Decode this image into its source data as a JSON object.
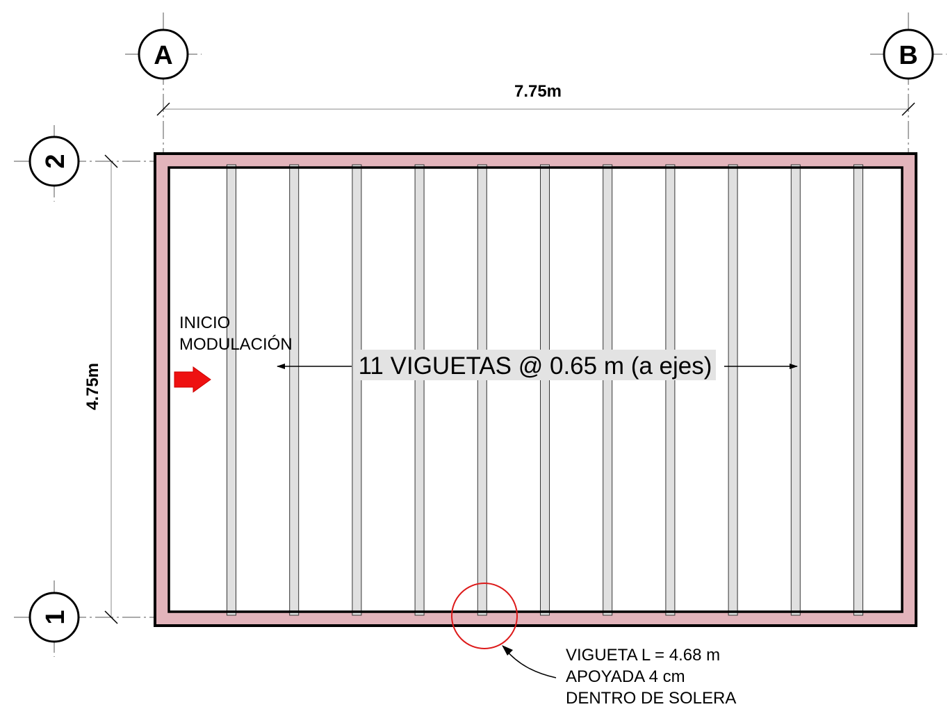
{
  "axes": {
    "col_a": "A",
    "col_b": "B",
    "row_1": "1",
    "row_2": "2"
  },
  "dimensions": {
    "width": "7.75m",
    "height": "4.75m"
  },
  "start_note": {
    "line1": "INICIO",
    "line2": "MODULACIÓN"
  },
  "joists": {
    "count": 11,
    "label": "11 VIGUETAS @ 0.65 m (a ejes)"
  },
  "detail_note": {
    "line1": "VIGUETA L = 4.68 m",
    "line2": "APOYADA 4 cm",
    "line3": "DENTRO DE SOLERA"
  },
  "colors": {
    "bond_beam": "#e2b4bb",
    "joist": "#e0e0e0",
    "arrow": "#ee1111",
    "detail_circle": "#dd1a1a",
    "lines": "#000000",
    "label_bg": "#e3e3e3"
  }
}
